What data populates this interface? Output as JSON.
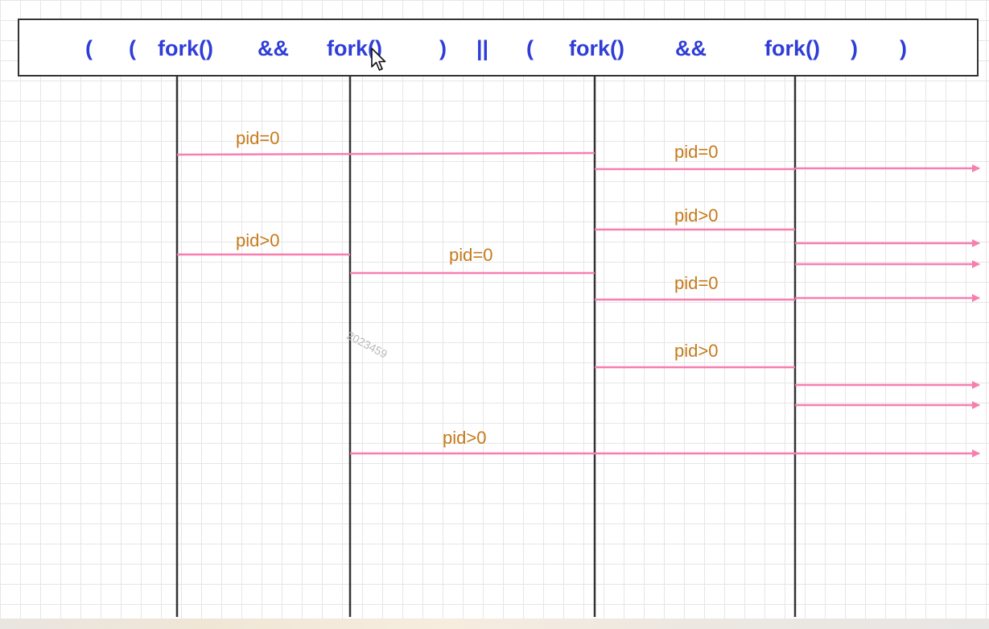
{
  "colors": {
    "keyword": "#2f3dd8",
    "label": "#c57a1a",
    "arrow": "#f77fb0",
    "lifeline": "#333333"
  },
  "expression": {
    "open_paren_outer": "(",
    "open_paren_inner": "(",
    "fork_1": "fork()",
    "and_1": "&&",
    "fork_2": "fork()",
    "close_paren_inner": ")",
    "or_op": "||",
    "open_paren_right": "(",
    "fork_3": "fork()",
    "and_2": "&&",
    "fork_4": "fork()",
    "close_paren_right": ")",
    "close_paren_outer": ")"
  },
  "edge_labels": {
    "l1": "pid=0",
    "l2": "pid=0",
    "l3": "pid>0",
    "l4": "pid>0",
    "l5": "pid=0",
    "l6": "pid=0",
    "l7": "pid>0",
    "l8": "pid>0"
  },
  "watermark": "2023459",
  "icons": {
    "cursor": "mouse-pointer-icon",
    "arrowhead": "arrowhead-icon"
  }
}
